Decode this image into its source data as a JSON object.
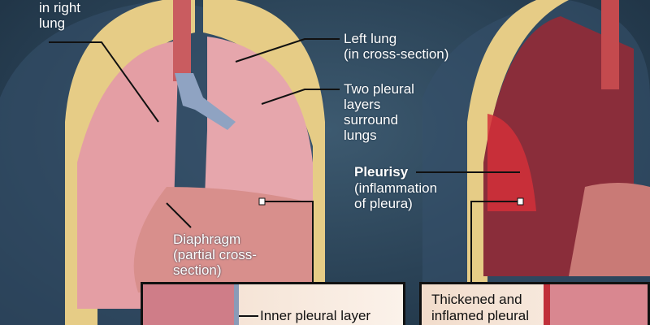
{
  "labels": {
    "right_lung_partial": "in right\nlung",
    "left_lung": "Left lung\n(in cross-section)",
    "pleural_layers": "Two pleural\nlayers\nsurround\nlungs",
    "pleurisy_title": "Pleurisy",
    "pleurisy_desc": "(inflammation\nof pleura)",
    "diaphragm": "Diaphragm\n(partial cross-\nsection)"
  },
  "insets": {
    "healthy": "Inner pleural layer",
    "inflamed": "Thickened and\ninflamed pleural"
  },
  "colors": {
    "background": "#2a4256",
    "healthy_lung": "#e7a3a8",
    "inflamed_lung": "#a8303a",
    "pleura": "#e9d08a",
    "trachea": "#c85a5e"
  }
}
